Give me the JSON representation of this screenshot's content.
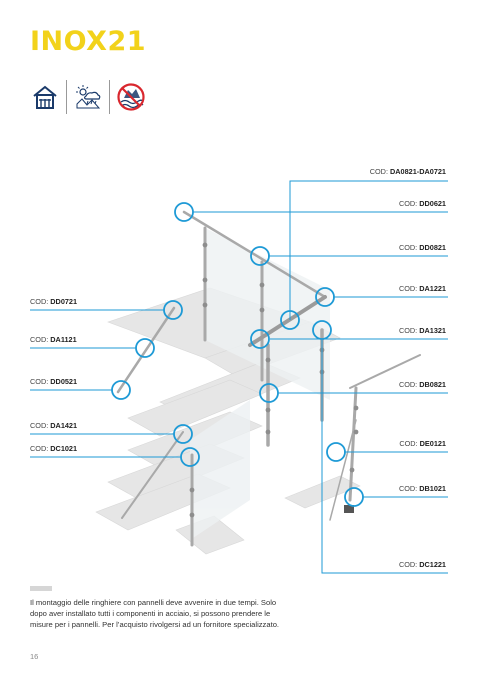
{
  "header": {
    "title": "INOX21"
  },
  "icons": [
    {
      "name": "indoor-house-icon"
    },
    {
      "name": "outdoor-weather-icon"
    },
    {
      "name": "no-marine-environment-icon"
    }
  ],
  "codes": {
    "da0821_da0721": {
      "prefix": "COD: ",
      "code": "DA0821-DA0721"
    },
    "dd0621": {
      "prefix": "COD: ",
      "code": "DD0621"
    },
    "dd0821": {
      "prefix": "COD: ",
      "code": "DD0821"
    },
    "da1221": {
      "prefix": "COD: ",
      "code": "DA1221"
    },
    "da1321": {
      "prefix": "COD: ",
      "code": "DA1321"
    },
    "db0821": {
      "prefix": "COD: ",
      "code": "DB0821"
    },
    "de0121": {
      "prefix": "COD: ",
      "code": "DE0121"
    },
    "db1021": {
      "prefix": "COD: ",
      "code": "DB1021"
    },
    "dc1221": {
      "prefix": "COD: ",
      "code": "DC1221"
    },
    "dd0721": {
      "prefix": "COD: ",
      "code": "DD0721"
    },
    "da1121": {
      "prefix": "COD: ",
      "code": "DA1121"
    },
    "dd0521": {
      "prefix": "COD: ",
      "code": "DD0521"
    },
    "da1421": {
      "prefix": "COD: ",
      "code": "DA1421"
    },
    "dc1021": {
      "prefix": "COD: ",
      "code": "DC1021"
    }
  },
  "colors": {
    "title": "#f2d21a",
    "callout": "#1e9ad6",
    "icon_red": "#d9272e"
  },
  "note": "Il montaggio delle ringhiere con pannelli deve avvenire in due tempi. Solo dopo aver installato tutti i componenti in acciaio, si possono prendere le misure per i pannelli. Per l’acquisto rivolgersi ad un fornitore specializzato.",
  "page_number": "16"
}
